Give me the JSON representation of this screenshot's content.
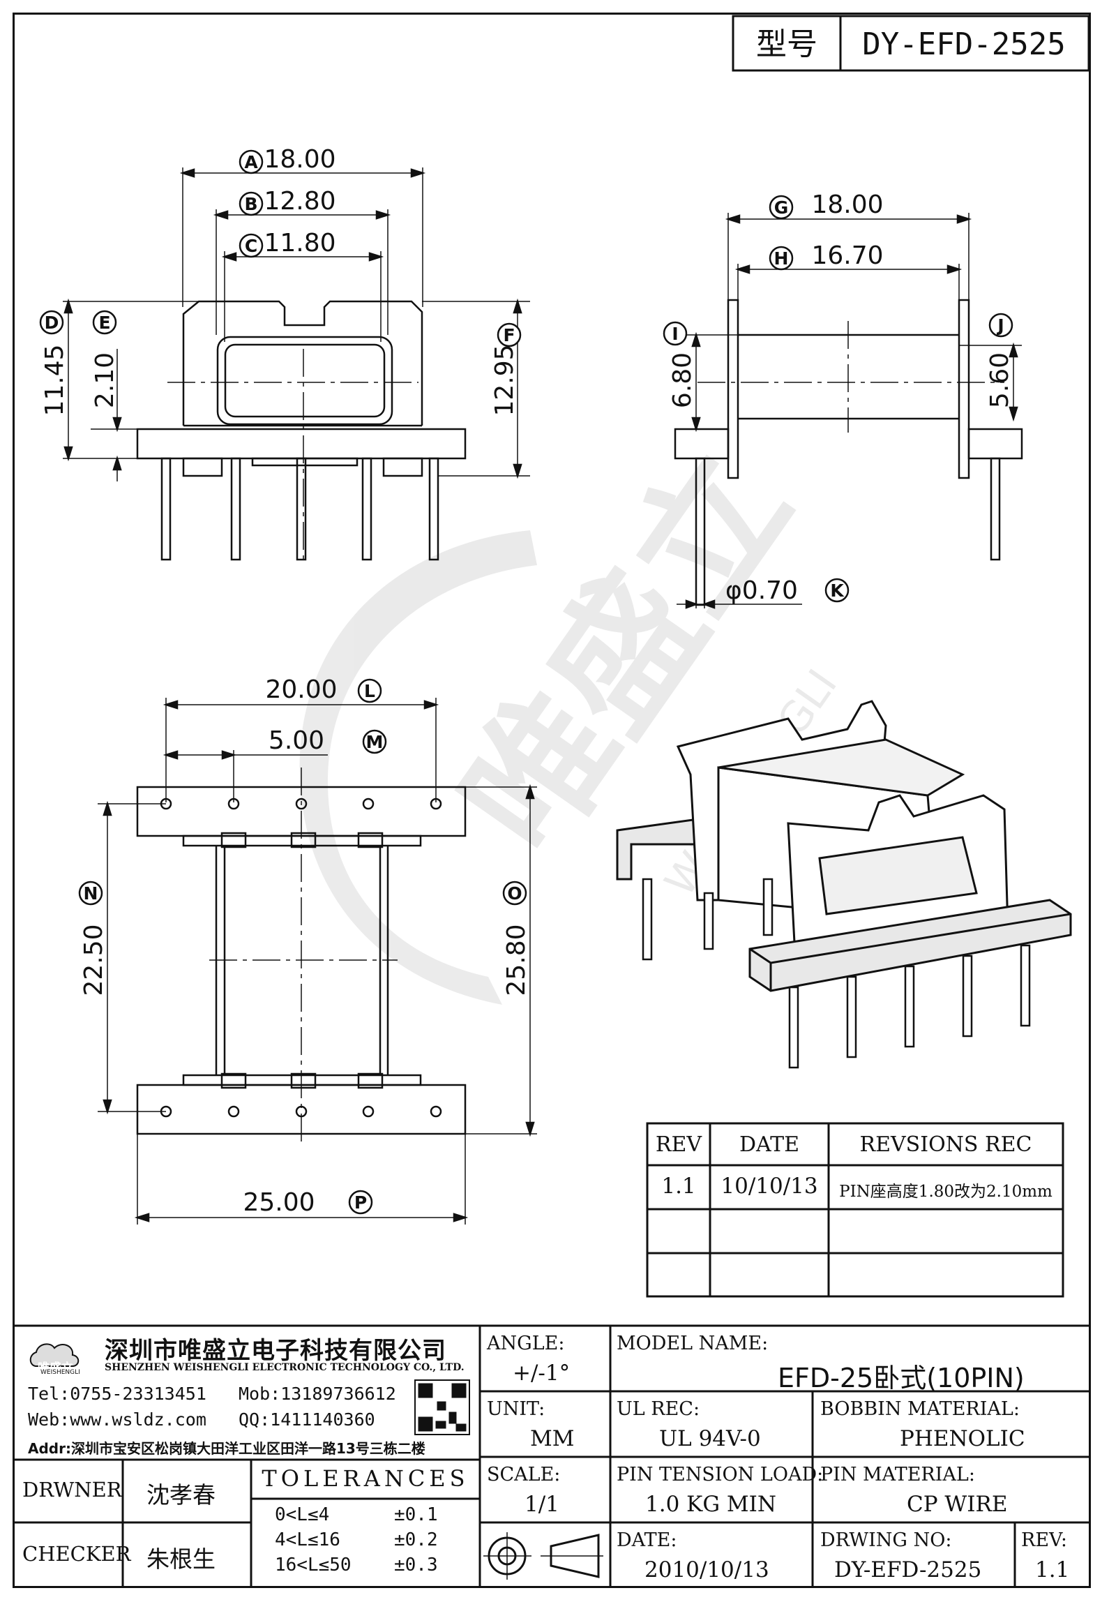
{
  "header": {
    "type_label": "型号",
    "type_value": "DY-EFD-2525"
  },
  "dimensions": {
    "A": "18.00",
    "B": "12.80",
    "C": "11.80",
    "D": "11.45",
    "E": "2.10",
    "F": "12.95",
    "G": "18.00",
    "H": "16.70",
    "I": "6.80",
    "J": "5.60",
    "K": "φ0.70",
    "L": "20.00",
    "M": "5.00",
    "N": "22.50",
    "O": "25.80",
    "P": "25.00"
  },
  "markers": [
    "A",
    "B",
    "C",
    "D",
    "E",
    "F",
    "G",
    "H",
    "I",
    "J",
    "K",
    "L",
    "M",
    "N",
    "O",
    "P"
  ],
  "watermark": {
    "cn": "唯盛立",
    "en": "WEISHENGLI"
  },
  "revision_table": {
    "headers": [
      "REV",
      "DATE",
      "REVSIONS REC"
    ],
    "rows": [
      {
        "rev": "1.1",
        "date": "10/10/13",
        "rec": "PIN座高度1.80改为2.10mm"
      },
      {
        "rev": "",
        "date": "",
        "rec": ""
      },
      {
        "rev": "",
        "date": "",
        "rec": ""
      }
    ]
  },
  "company": {
    "logo_text": "唯盛立",
    "logo_sub": "WEISHENGLI",
    "name_cn": "深圳市唯盛立电子科技有限公司",
    "name_en": "SHENZHEN WEISHENGLI ELECTRONIC TECHNOLOGY CO., LTD.",
    "tel": "Tel:0755-23313451",
    "mob": "Mob:13189736612",
    "web": "Web:www.wsldz.com",
    "qq": "QQ:1411140360",
    "addr": "Addr:深圳市宝安区松岗镇大田洋工业区田洋一路13号三栋二楼"
  },
  "title_block": {
    "angle_label": "ANGLE:",
    "angle_value": "+/-1°",
    "model_label": "MODEL NAME:",
    "model_value": "EFD-25卧式(10PIN)",
    "unit_label": "UNIT:",
    "unit_value": "MM",
    "ulrec_label": "UL REC:",
    "ulrec_value": "UL 94V-0",
    "bobbin_label": "BOBBIN MATERIAL:",
    "bobbin_value": "PHENOLIC",
    "scale_label": "SCALE:",
    "scale_value": "1/1",
    "tension_label": "PIN TENSION LOAD:",
    "tension_value": "1.0 KG MIN",
    "pinmat_label": "PIN MATERIAL:",
    "pinmat_value": "CP WIRE",
    "date_label": "DATE:",
    "date_value": "2010/10/13",
    "dwgno_label": "DRWING NO:",
    "dwgno_value": "DY-EFD-2525",
    "rev_label": "REV:",
    "rev_value": "1.1",
    "drawer_label": "DRWNER",
    "drawer_value": "沈孝春",
    "checker_label": "CHECKER",
    "checker_value": "朱根生",
    "tol_title": "TOLERANCES",
    "tol": [
      {
        "range": "0<L≤4",
        "val": "±0.1"
      },
      {
        "range": "4<L≤16",
        "val": "±0.2"
      },
      {
        "range": "16<L≤50",
        "val": "±0.3"
      }
    ]
  }
}
